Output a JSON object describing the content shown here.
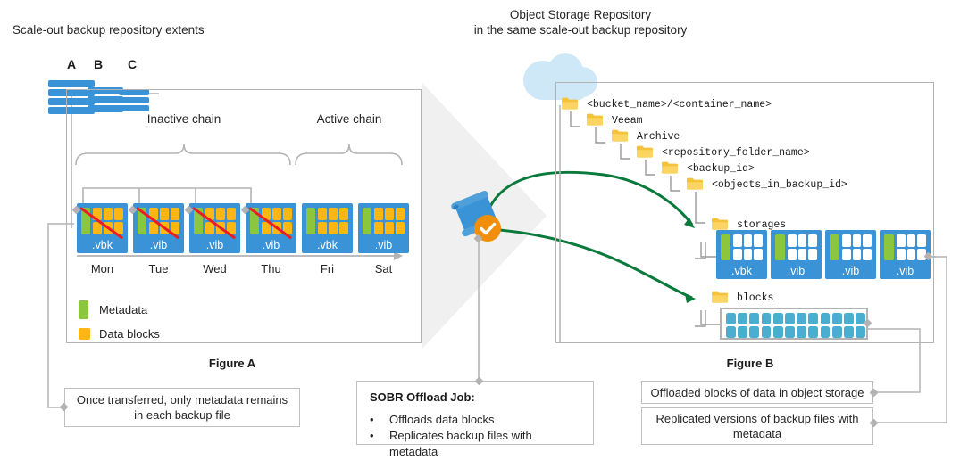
{
  "titles": {
    "left": "Scale-out backup repository extents",
    "right_line1": "Object Storage Repository",
    "right_line2": "in the same scale-out backup repository",
    "figure_a": "Figure A",
    "figure_b": "Figure B"
  },
  "extents": [
    {
      "label": "A",
      "layers": 4
    },
    {
      "label": "B",
      "layers": 3
    },
    {
      "label": "C",
      "layers": 3
    }
  ],
  "chains": [
    {
      "label": "Inactive chain"
    },
    {
      "label": "Active chain"
    }
  ],
  "backup_files": [
    {
      "ext": ".vbk",
      "day": "Mon",
      "offloaded": true,
      "chain": "inactive"
    },
    {
      "ext": ".vib",
      "day": "Tue",
      "offloaded": true,
      "chain": "inactive"
    },
    {
      "ext": ".vib",
      "day": "Wed",
      "offloaded": true,
      "chain": "inactive"
    },
    {
      "ext": ".vib",
      "day": "Thu",
      "offloaded": true,
      "chain": "inactive"
    },
    {
      "ext": ".vbk",
      "day": "Fri",
      "offloaded": false,
      "chain": "active"
    },
    {
      "ext": ".vib",
      "day": "Sat",
      "offloaded": false,
      "chain": "active"
    }
  ],
  "legend": [
    {
      "label": "Metadata",
      "color": "#8cc63f"
    },
    {
      "label": "Data blocks",
      "color": "#fcb715"
    }
  ],
  "folder_tree": [
    {
      "name": "<bucket_name>/<container_name>",
      "depth": 0
    },
    {
      "name": "Veeam",
      "depth": 1
    },
    {
      "name": "Archive",
      "depth": 2
    },
    {
      "name": "<repository_folder_name>",
      "depth": 3
    },
    {
      "name": "<backup_id>",
      "depth": 4
    },
    {
      "name": "<objects_in_backup_id>",
      "depth": 5
    },
    {
      "name": "storages",
      "depth": 6
    },
    {
      "name": "blocks",
      "depth": 6
    }
  ],
  "object_storage_files": [
    {
      "ext": ".vbk"
    },
    {
      "ext": ".vib"
    },
    {
      "ext": ".vib"
    },
    {
      "ext": ".vib"
    }
  ],
  "object_storage_blocks": {
    "columns": 12,
    "rows": 2,
    "color": "#4aaed1"
  },
  "callouts": {
    "left_note": "Once transferred, only metadata remains in each backup file",
    "sobr_title": "SOBR Offload Job:",
    "sobr_bullets": [
      "Offloads data blocks",
      "Replicates backup files with metadata"
    ],
    "right_note_1": "Offloaded blocks of data in object storage",
    "right_note_2": "Replicated versions of backup files with metadata"
  },
  "icons": {
    "center": "offload-job-scroll-icon",
    "center_badge": "orange-check-badge-icon",
    "cloud": "cloud-icon",
    "folder": "folder-icon"
  },
  "colors": {
    "blue": "#3a93d6",
    "green": "#8cc63f",
    "orange": "#fcb715",
    "red": "#ed1c24",
    "teal": "#4aaed1",
    "gray_line": "#b3b3b3",
    "arrow_green": "#0a7a3c",
    "cloud": "#cfe8f7",
    "badge": "#f18f0c"
  }
}
